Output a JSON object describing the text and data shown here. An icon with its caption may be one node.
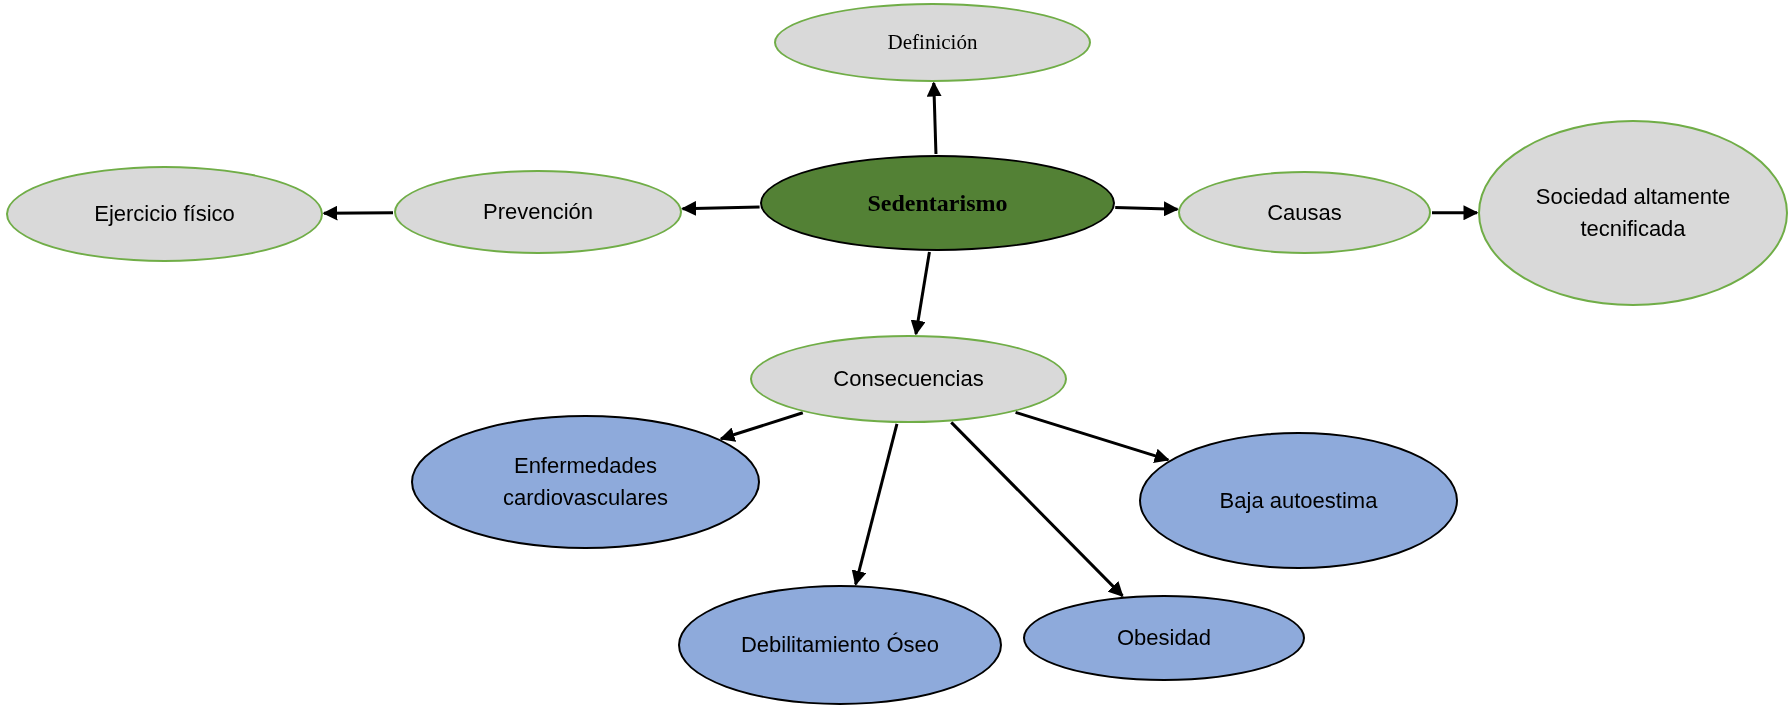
{
  "diagram": {
    "nodes": [
      {
        "text": [
          "Sedentarismo"
        ]
      },
      {
        "text": [
          "Definición"
        ]
      },
      {
        "text": [
          "Prevención"
        ]
      },
      {
        "text": [
          "Ejercicio físico"
        ]
      },
      {
        "text": [
          "Causas"
        ]
      },
      {
        "text": [
          "Sociedad altamente tecnificada"
        ]
      },
      {
        "text": [
          "Consecuencias"
        ]
      },
      {
        "text": [
          "Enfermedades cardiovasculares"
        ]
      },
      {
        "text": [
          "Baja autoestima"
        ]
      },
      {
        "text": [
          "Debilitamiento Óseo"
        ]
      },
      {
        "text": [
          "Obesidad"
        ]
      }
    ],
    "edges": [
      {
        "from": 0,
        "to": 1,
        "arrow": "to"
      },
      {
        "from": 0,
        "to": 2,
        "arrow": "to"
      },
      {
        "from": 2,
        "to": 3,
        "arrow": "to"
      },
      {
        "from": 0,
        "to": 4,
        "arrow": "to"
      },
      {
        "from": 4,
        "to": 5,
        "arrow": "to"
      },
      {
        "from": 0,
        "to": 6,
        "arrow": "to"
      },
      {
        "from": 6,
        "to": 7,
        "arrow": "to"
      },
      {
        "from": 6,
        "to": 9,
        "arrow": "to"
      },
      {
        "from": 6,
        "to": 10,
        "arrow": "to"
      },
      {
        "from": 6,
        "to": 8,
        "arrow": "to"
      }
    ]
  }
}
